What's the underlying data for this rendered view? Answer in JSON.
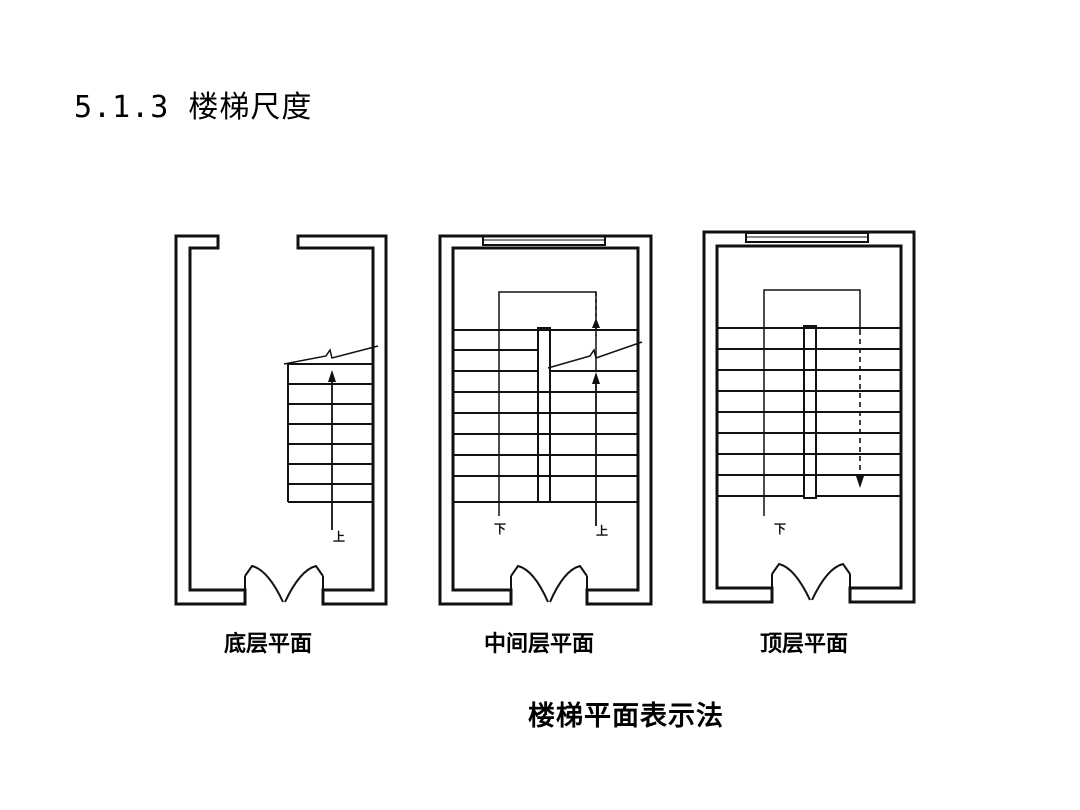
{
  "slide": {
    "title": "5.1.3 楼梯尺度"
  },
  "plans": [
    {
      "caption": "底层平面",
      "up_label": "上"
    },
    {
      "caption": "中间层平面",
      "down_label": "下",
      "up_label": "上"
    },
    {
      "caption": "顶层平面",
      "down_label": "下"
    }
  ],
  "figure": {
    "caption": "楼梯平面表示法"
  },
  "colors": {
    "ink": "#111111",
    "background": "#ffffff"
  }
}
